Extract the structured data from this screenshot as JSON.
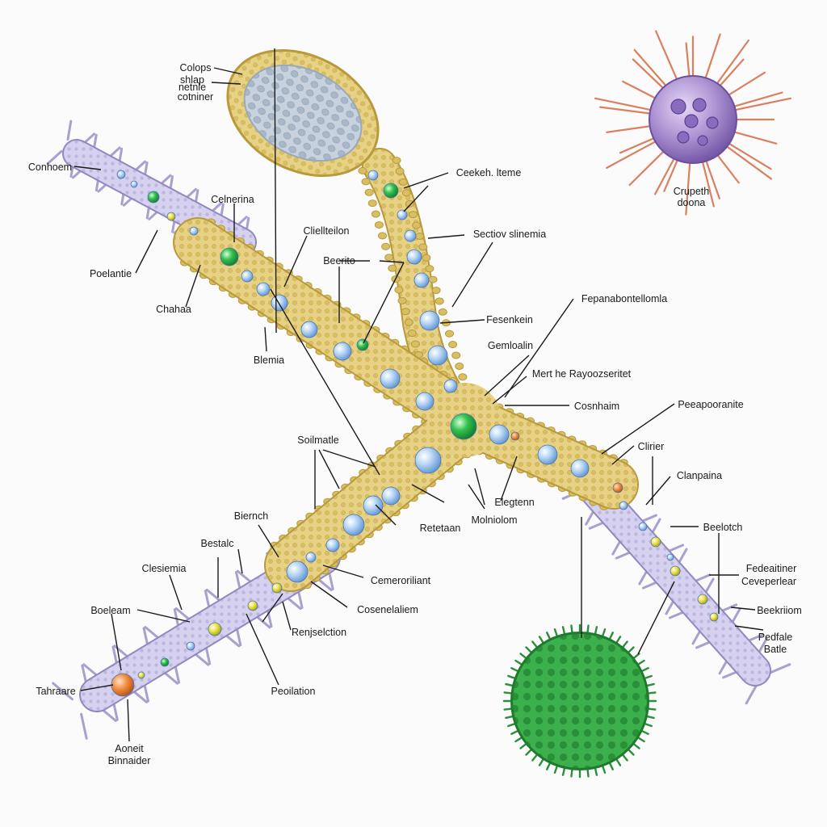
{
  "labels": {
    "colops": [
      "Colops",
      "shlap",
      "netnle",
      "cotniner"
    ],
    "conhoem": "Conhoem",
    "celnerina": "Celnerina",
    "poelantie": "Poelantie",
    "chahaa": "Chahaa",
    "clielteilon": "Cliellteilon",
    "beerito": "Beerito",
    "blemia": "Blemia",
    "ceekeh_iteme": "Ceekeh. lteme",
    "sectiov_slinemia": "Sectiov slinemia",
    "fesenkein": "Fesenkein",
    "gemloalin": "Gemloalin",
    "fepanabontellomia": "Fepanabontellomla",
    "mert_rayo": "Mert he Rayoozseritet",
    "cosnhaim": "Cosnhaim",
    "peeapooranite": "Peeapooranite",
    "clirier": "Clirier",
    "clanpaina": "Clanpaina",
    "soilmatle": "Soilmatle",
    "biernch": "Biernch",
    "bestalc": "Bestalc",
    "clesiemia": "Clesiemia",
    "boeleam": "Boeleam",
    "tahraare": "Tahraare",
    "aoneit": [
      "Aoneit",
      "Binnaider"
    ],
    "retetean": "Retetaan",
    "molniolom": "Molniolom",
    "elegtenn": "Elegtenn",
    "cemeroriliant": "Cemeroriliant",
    "cosenelaliem": "Cosenelaliem",
    "renjeelction": "Renjselction",
    "peoilation": "Peoilation",
    "beelotch": "Beelotch",
    "fedeaitiner": [
      "Fedeaitiner",
      "Ceveperlear"
    ],
    "beekriiom": "Beekriiom",
    "pedfale": [
      "Pedfale",
      "Batle"
    ],
    "crupeth": [
      "Crupeth",
      "doona"
    ]
  },
  "colors": {
    "cell_body": "#e3cc7c",
    "cell_outline": "#b89a3a",
    "vesicle_blue": "#9cc6ef",
    "granule_green": "#26b34a",
    "spiny_lavender": "#cdc8e8",
    "virus_purple": "#a98fd0",
    "spike_red": "#d98060",
    "green_sphere": "#3cb04c",
    "orange_granule": "#ef8a3a",
    "yellow_granule": "#e8e04a"
  }
}
